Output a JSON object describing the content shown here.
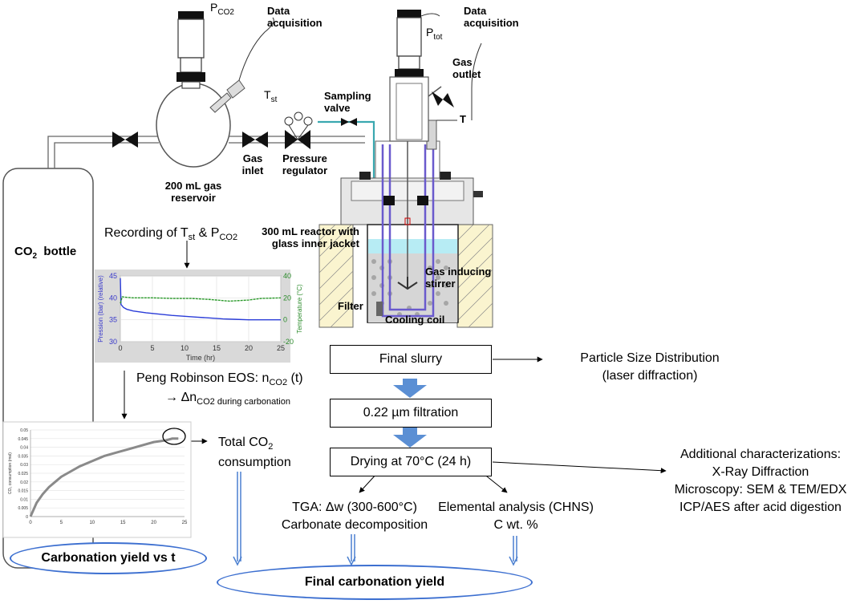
{
  "labels": {
    "pco2": "P",
    "pco2_sub": "CO2",
    "data_acq_1": "Data acquisition",
    "tst": "T",
    "tst_sub": "st",
    "gas_inlet": "Gas inlet",
    "pressure_regulator": "Pressure regulator",
    "reservoir": "200 mL gas reservoir",
    "ptot": "P",
    "ptot_sub": "tot",
    "data_acq_2": "Data acquisition",
    "gas_outlet": "Gas outlet",
    "sampling_valve": "Sampling valve",
    "t_reactor": "T",
    "co2_bottle": "CO",
    "co2_bottle_sub": "2",
    "co2_bottle_rest": "bottle",
    "reactor": "300 mL reactor with glass  inner jacket",
    "stirrer": "Gas inducing stirrer",
    "filter": "Filter",
    "cooling_coil": "Cooling coil",
    "recording_pre": "Recording of T",
    "recording_sub1": "st",
    "recording_mid": " & P",
    "recording_sub2": "CO2",
    "peng_pre": "Peng Robinson EOS: n",
    "peng_sub": "CO2",
    "peng_post": " (t)",
    "delta_pre": "→ Δn",
    "delta_sub": "CO2 during carbonation",
    "total_co2_pre": "Total CO",
    "total_co2_sub": "2",
    "total_co2_post": "consumption",
    "psd": "Particle Size Distribution",
    "psd_sub": "(laser diffraction)",
    "additional_1": "Additional characterizations:",
    "additional_2": "X-Ray Diffraction",
    "additional_3": "Microscopy: SEM & TEM/EDX",
    "additional_4": "ICP/AES after acid digestion",
    "tga_1": "TGA: Δw (300-600°C)",
    "tga_2": "Carbonate decomposition",
    "elemental_1": "Elemental analysis (CHNS)",
    "elemental_2": "C wt. %"
  },
  "process_boxes": {
    "final_slurry": "Final slurry",
    "filtration": "0.22 µm filtration",
    "drying": "Drying at 70°C (24 h)"
  },
  "ovals": {
    "carbonation_yield_vs_t": "Carbonation yield vs t",
    "final_carbonation_yield": "Final carbonation yield"
  },
  "chart_data": [
    {
      "type": "line",
      "xlabel": "Time (hr)",
      "ylabel": "Pression (bar) (relative)",
      "y2label": "Temperature (°C)",
      "x_ticks": [
        0,
        5,
        10,
        15,
        20,
        25
      ],
      "y_ticks": [
        30,
        35,
        40,
        45
      ],
      "y2_ticks": [
        -20,
        0,
        20,
        40
      ],
      "xlim": [
        0,
        25
      ],
      "ylim": [
        30,
        45
      ],
      "y2lim": [
        -20,
        40
      ],
      "grid": true,
      "series": [
        {
          "axis": "left",
          "color": "#2a3cd8",
          "x": [
            0,
            0.1,
            0.5,
            1,
            2,
            4,
            6,
            8,
            10,
            12,
            14,
            16,
            18,
            20,
            22,
            24,
            25
          ],
          "y": [
            44.5,
            38.5,
            37.8,
            37.4,
            37.0,
            36.6,
            36.3,
            36.0,
            35.8,
            35.6,
            35.4,
            35.2,
            35.1,
            35.0,
            35.0,
            35.0,
            35.0
          ]
        },
        {
          "axis": "right",
          "color": "#2a9a2a",
          "x": [
            0,
            0.3,
            1,
            2,
            5,
            8,
            11,
            14,
            17,
            20,
            22,
            25
          ],
          "y": [
            15,
            21,
            20.5,
            20,
            20,
            19.5,
            19.5,
            18.5,
            17,
            18,
            19.5,
            20
          ]
        }
      ]
    },
    {
      "type": "line",
      "ylabel": "CO₂ consumption (mol)",
      "x_ticks": [
        0,
        5,
        10,
        15,
        20,
        25
      ],
      "y_ticks": [
        0,
        0.005,
        0.01,
        0.015,
        0.02,
        0.025,
        0.03,
        0.035,
        0.04,
        0.045,
        0.05
      ],
      "xlim": [
        0,
        25
      ],
      "ylim": [
        0,
        0.05
      ],
      "grid": true,
      "series": [
        {
          "color": "#8a8a8a",
          "x": [
            0,
            0.5,
            1,
            2,
            3,
            4,
            5,
            6,
            8,
            10,
            12,
            14,
            16,
            18,
            20,
            22,
            23,
            24
          ],
          "y": [
            0,
            0.004,
            0.008,
            0.013,
            0.017,
            0.02,
            0.023,
            0.025,
            0.029,
            0.032,
            0.035,
            0.037,
            0.039,
            0.041,
            0.043,
            0.044,
            0.045,
            0.045
          ]
        }
      ]
    }
  ]
}
